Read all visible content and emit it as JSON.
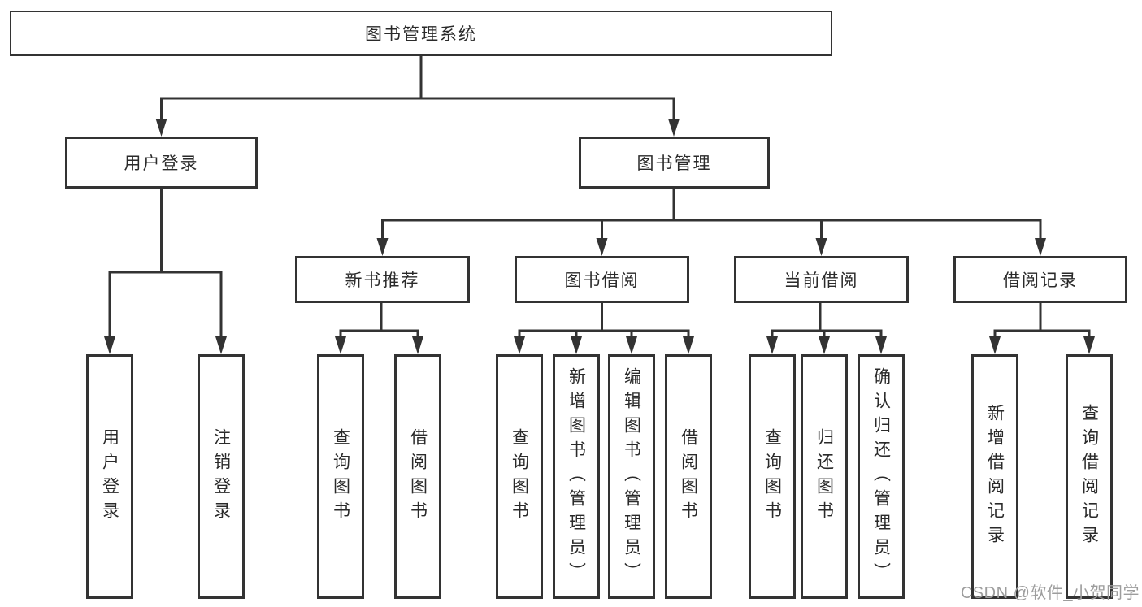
{
  "diagram": {
    "root_label": "图书管理系统",
    "branches": [
      {
        "label": "用户登录",
        "children": [
          "用户登录",
          "注销登录"
        ]
      },
      {
        "label": "图书管理",
        "sections": [
          {
            "label": "新书推荐",
            "children": [
              "查询图书",
              "借阅图书"
            ]
          },
          {
            "label": "图书借阅",
            "children": [
              "查询图书",
              "新增图书（管理员）",
              "编辑图书（管理员）",
              "借阅图书"
            ]
          },
          {
            "label": "当前借阅",
            "children": [
              "查询图书",
              "归还图书",
              "确认归还（管理员）"
            ]
          },
          {
            "label": "借阅记录",
            "children": [
              "新增借阅记录",
              "查询借阅记录"
            ]
          }
        ]
      }
    ]
  },
  "watermark": {
    "text": "CSDN @软件_小贺同学"
  },
  "colors": {
    "line": "#333333",
    "node_border": "#333333",
    "text": "#2a2a2a",
    "watermark": "#9d9d9d",
    "background": "#ffffff"
  }
}
